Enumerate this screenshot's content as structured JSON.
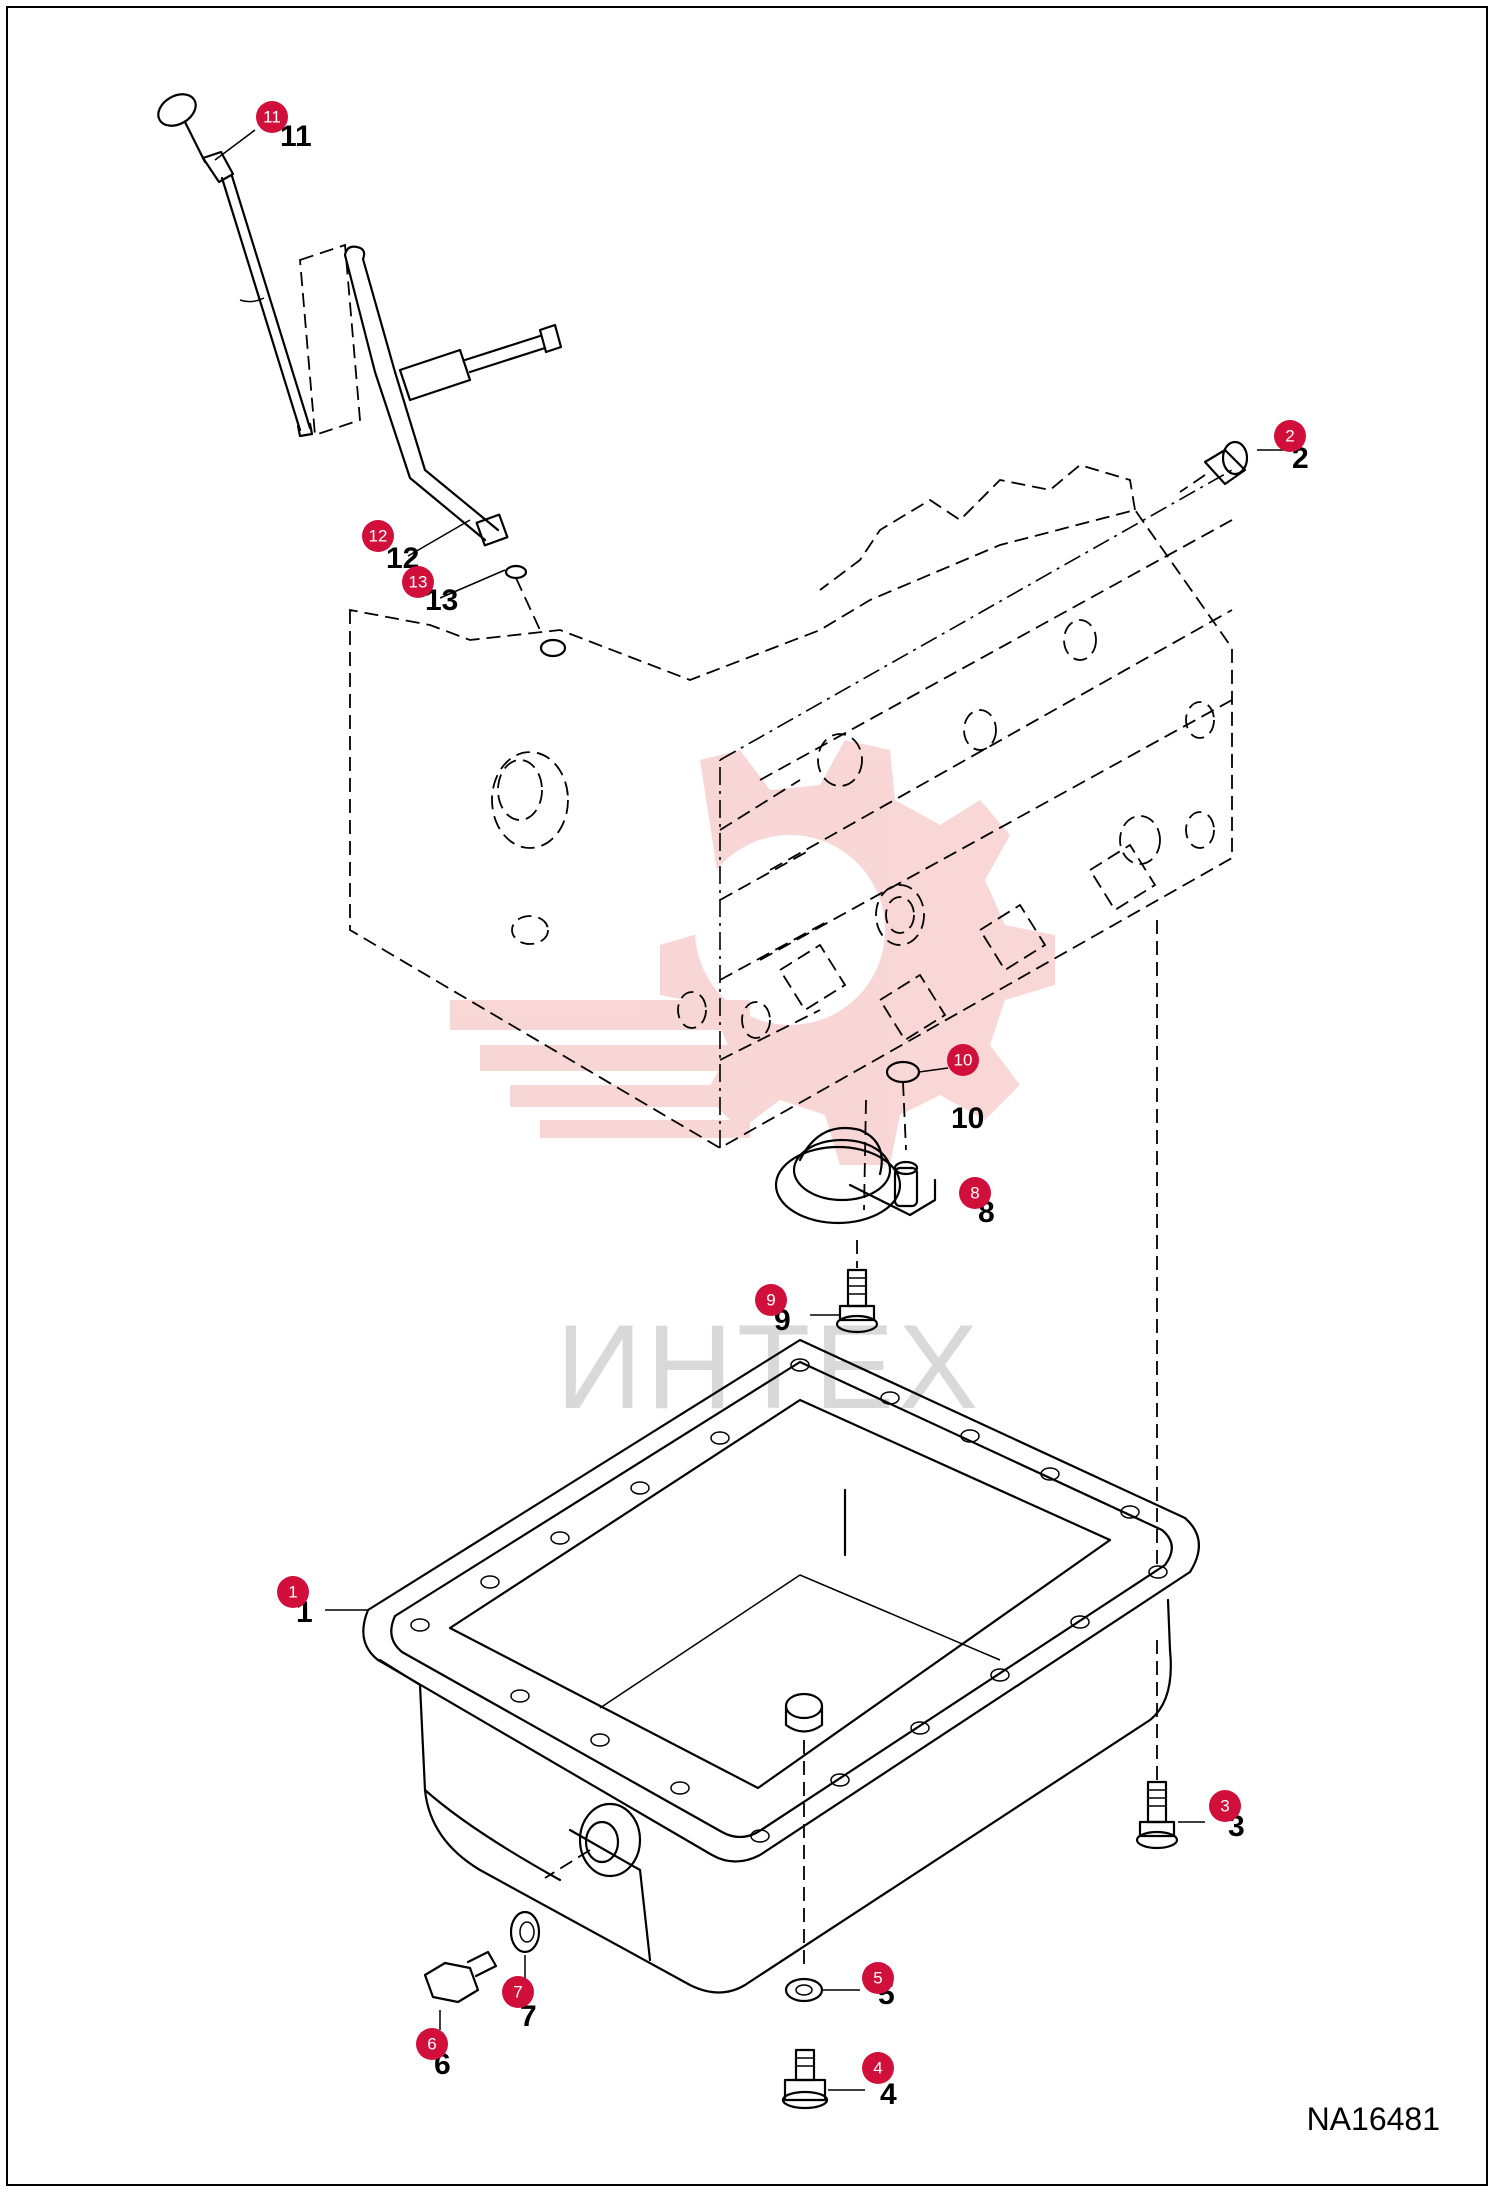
{
  "reference_code": "NA16481",
  "watermark_text": "ИНТЕХ",
  "colors": {
    "badge": "#d0103a",
    "watermark_gear": "#f7c9c9",
    "watermark_text": "#d9d9d9",
    "line": "#000000"
  },
  "callouts": [
    {
      "id": "1",
      "label": "1",
      "badge": "1"
    },
    {
      "id": "2",
      "label": "2",
      "badge": "2"
    },
    {
      "id": "3",
      "label": "3",
      "badge": "3"
    },
    {
      "id": "4",
      "label": "4",
      "badge": "4"
    },
    {
      "id": "5",
      "label": "5",
      "badge": "5"
    },
    {
      "id": "6",
      "label": "6",
      "badge": "6"
    },
    {
      "id": "7",
      "label": "7",
      "badge": "7"
    },
    {
      "id": "8",
      "label": "8",
      "badge": "8"
    },
    {
      "id": "9",
      "label": "9",
      "badge": "9"
    },
    {
      "id": "10",
      "label": "10",
      "badge": "10"
    },
    {
      "id": "11",
      "label": "11",
      "badge": "11"
    },
    {
      "id": "12",
      "label": "12",
      "badge": "12"
    },
    {
      "id": "13",
      "label": "13",
      "badge": "13"
    }
  ]
}
